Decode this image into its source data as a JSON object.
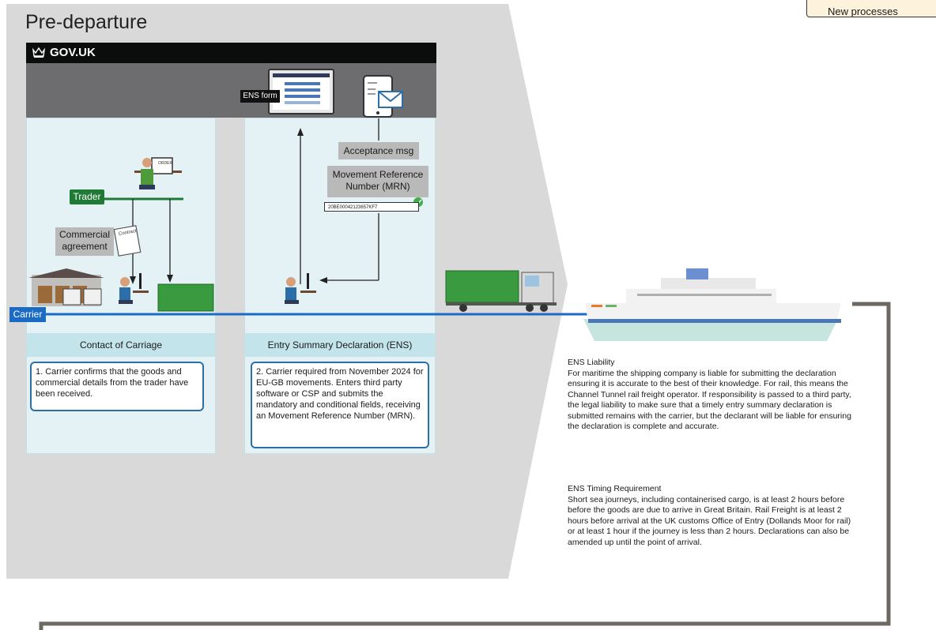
{
  "title": "Pre-departure",
  "legend_label": "New processes",
  "govuk": {
    "label": "GOV.UK"
  },
  "tags": {
    "trader": "Trader",
    "carrier": "Carrier",
    "ens_form": "ENS form"
  },
  "labels": {
    "commercial_agreement": "Commercial agreement",
    "contract": "Contract",
    "acceptance_msg": "Acceptance msg",
    "mrn_title": "Movement Reference Number (MRN)",
    "mrn_value": "20BE00042123657KF7",
    "order_label": "ORDER"
  },
  "panels": [
    {
      "heading": "Contact of Carriage",
      "text": "1. Carrier confirms that the goods and commercial details from the trader have been received."
    },
    {
      "heading": "Entry Summary Declaration (ENS)",
      "text": "2. Carrier required from November 2024 for EU-GB movements. Enters third party software or CSP and submits the mandatory and conditional fields, receiving an Movement Reference Number (MRN)."
    }
  ],
  "notes": [
    {
      "heading": "ENS Liability",
      "text": "For maritime the shipping company is liable for submitting the declaration ensuring it is accurate to the best of their knowledge. For rail, this means the Channel Tunnel rail freight operator. If responsibility is passed to a third party, the legal liability to make sure that a timely entry summary declaration is submitted remains with the carrier, but the declarant will be liable for ensuring the declaration is complete and accurate."
    },
    {
      "heading": "ENS Timing Requirement",
      "text": "Short sea journeys, including containerised cargo, is at least 2 hours before before the goods are due to arrive in Great Britain. Rail Freight is at least 2 hours before arrival at the UK customs Office of Entry (Dollands Moor for rail) or at least 1 hour if the journey is less than 2 hours. Declarations can also be amended up until the point of arrival."
    }
  ],
  "colors": {
    "bg_shape": "#d9d9d9",
    "panel": "#e4f2f5",
    "panel_head": "#c3e4ea",
    "gov_black": "#0b0c0c",
    "gov_grey": "#6d6c6e",
    "carrier_blue": "#1b6bc4",
    "trader_green": "#1e7a35",
    "box_border": "#2c6ea7",
    "container_green": "#3a9a3f",
    "flow_line": "#6e6862"
  },
  "icons": [
    "crown-icon",
    "worker-icon",
    "computer-icon",
    "container-icon",
    "warehouse-icon",
    "truck-icon",
    "ship-icon",
    "laptop-icon",
    "tablet-icon",
    "envelope-icon",
    "contract-icon",
    "check-icon"
  ]
}
